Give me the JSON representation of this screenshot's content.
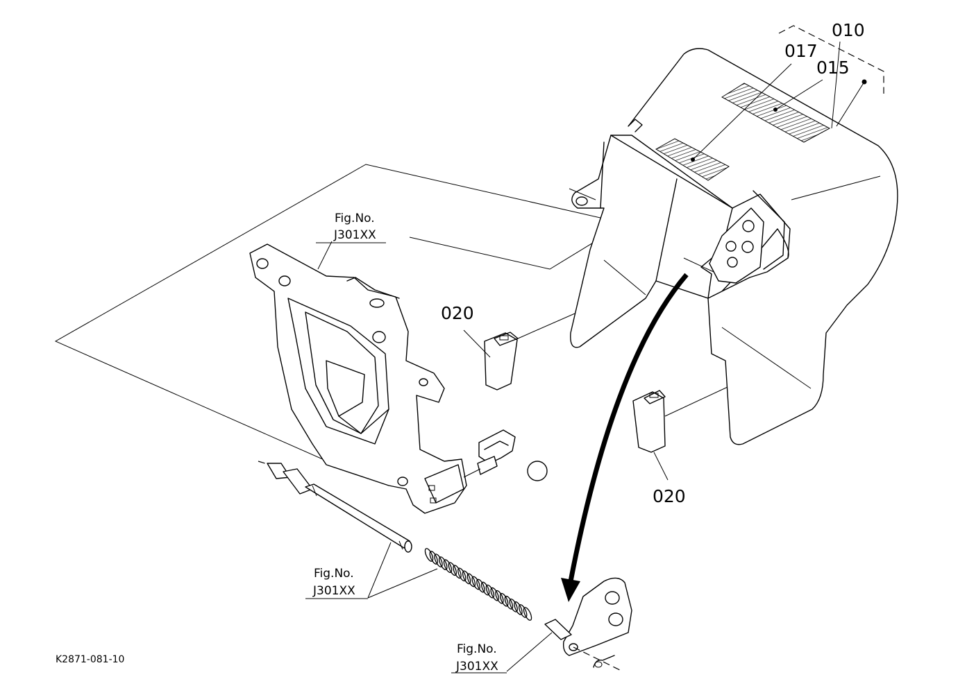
{
  "callouts": {
    "assembly": "010",
    "label_large": "015",
    "label_small": "017",
    "clip_upper": "020",
    "clip_lower": "020"
  },
  "figure_refs": {
    "bracket": {
      "line1": "Fig.No.",
      "line2": "J301XX"
    },
    "rod": {
      "line1": "Fig.No.",
      "line2": "J301XX"
    },
    "lever": {
      "line1": "Fig.No.",
      "line2": "J301XX"
    }
  },
  "drawing_code": "K2871-081-10"
}
